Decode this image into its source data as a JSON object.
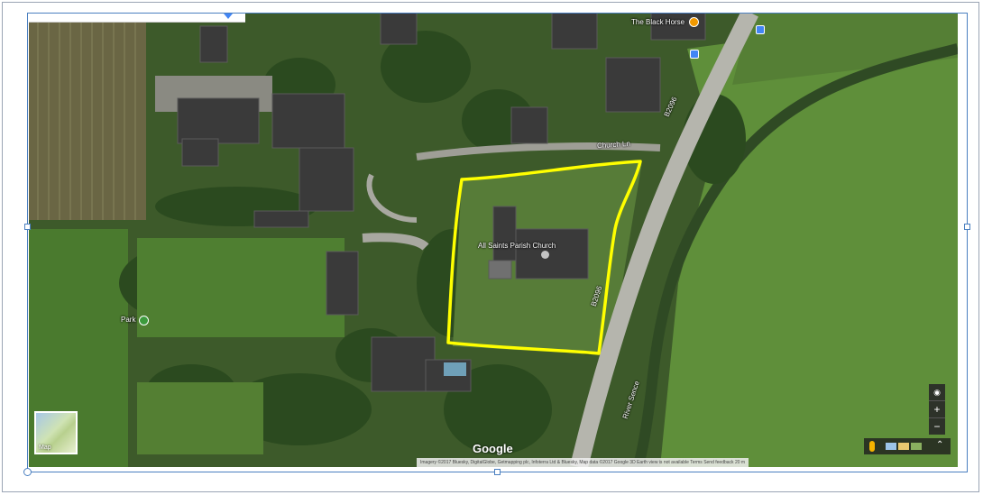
{
  "map": {
    "type": "satellite",
    "labels": {
      "church": "All Saints Parish Church",
      "pub": "The Black Horse",
      "road_main": "B2096",
      "road_main_lower": "B2096",
      "lane": "Church Ln",
      "river": "River Sence",
      "park": "Park"
    },
    "logo": "Google",
    "attribution": "Imagery ©2017 Bluesky, DigitalGlobe, Getmapping plc, Infoterra Ltd & Bluesky, Map data ©2017 Google    3D Earth view is not available    Terms    Send feedback    20 m",
    "layer_toggle_label": "Map",
    "zoom_in": "+",
    "zoom_out": "−",
    "compass": "◉",
    "expand": "⌃",
    "colors": {
      "highlight": "#ffff00",
      "grass": "#4f7a2f",
      "field": "#5e8a3a",
      "road": "#bfbfbf",
      "selection": "#4a7fc0"
    }
  }
}
